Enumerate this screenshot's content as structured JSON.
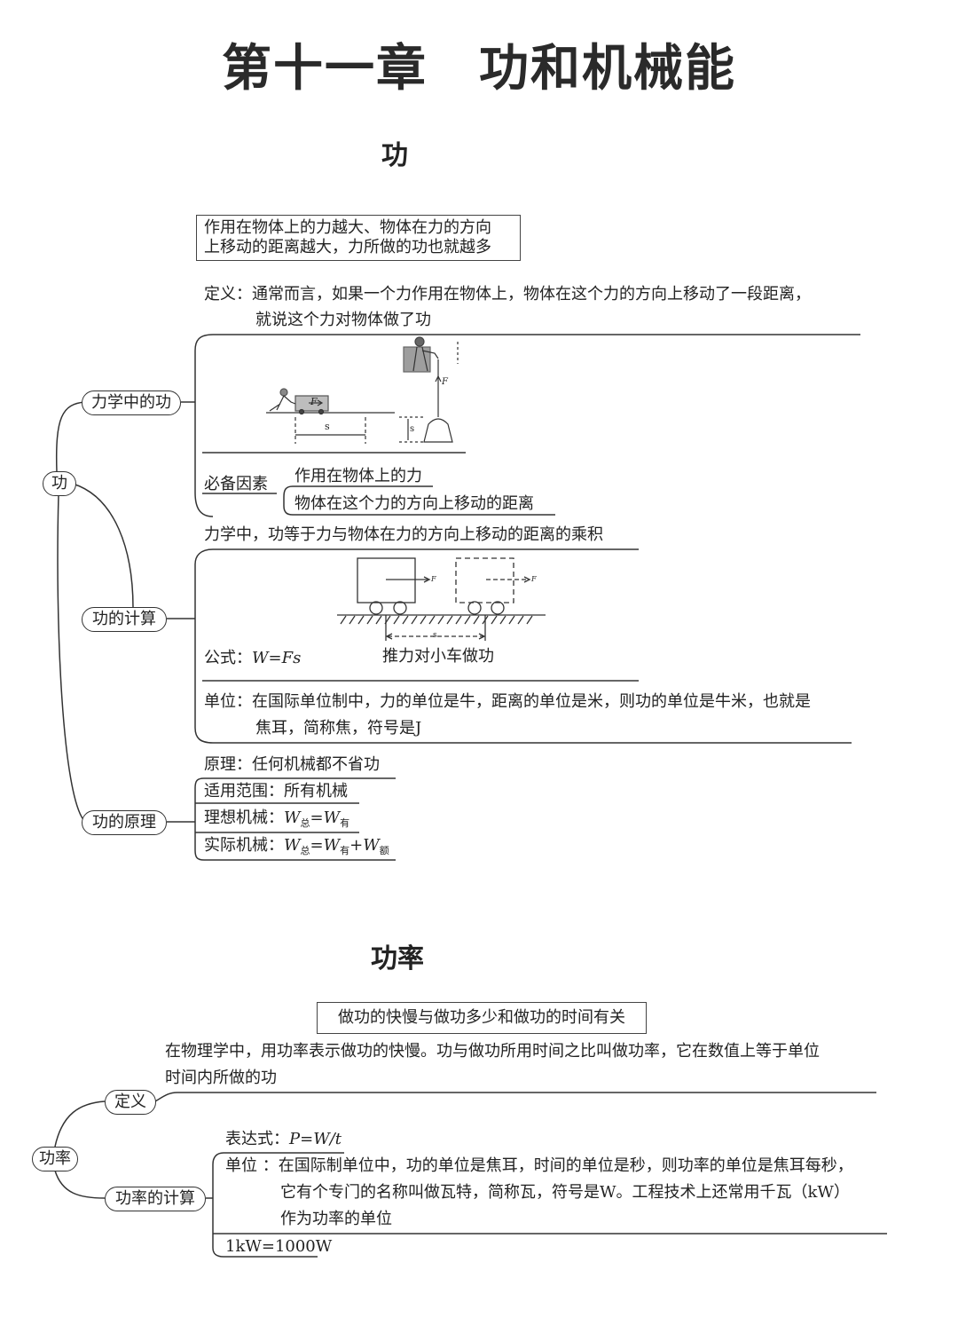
{
  "title": "第十一章　功和机械能",
  "section1": {
    "heading": "功",
    "summary_line1": "作用在物体上的力越大、物体在力的方向",
    "summary_line2": "上移动的距离越大，力所做的功也就越多",
    "root": "功",
    "branch_mechanics": {
      "label": "力学中的功",
      "definition_line1": "定义：通常而言，如果一个力作用在物体上，物体在这个力的方向上移动了一段距离，",
      "definition_line2": "就说这个力对物体做了功",
      "figure_F": "F",
      "figure_s": "s",
      "factors_label": "必备因素",
      "factor1": "作用在物体上的力",
      "factor2": "物体在这个力的方向上移动的距离"
    },
    "branch_calc": {
      "label": "功的计算",
      "statement": "力学中，功等于力与物体在力的方向上移动的距离的乘积",
      "formula_label": "公式：",
      "formula": "W=Fs",
      "figure_caption": "推力对小车做功",
      "figure_F": "F",
      "figure_s": "s",
      "unit_line1": "单位：在国际单位制中，力的单位是牛，距离的单位是米，则功的单位是牛米，也就是",
      "unit_line2": "焦耳，简称焦，符号是J"
    },
    "branch_principle": {
      "label": "功的原理",
      "principle": "原理：任何机械都不省功",
      "scope": "适用范围：所有机械",
      "ideal_label": "理想机械：",
      "actual_label": "实际机械：",
      "W": "W",
      "sub_total": "总",
      "sub_useful": "有",
      "sub_extra": "额"
    }
  },
  "section2": {
    "heading": "功率",
    "summary": "做功的快慢与做功多少和做功的时间有关",
    "root": "功率",
    "branch_def": {
      "label": "定义",
      "line1": "在物理学中，用功率表示做功的快慢。功与做功所用时间之比叫做功率，它在数值上等于单位",
      "line2": "时间内所做的功"
    },
    "branch_calc": {
      "label": "功率的计算",
      "expr_label": "表达式：",
      "expr": "P=W/t",
      "unit_line1": "单位 ：在国际制单位中，功的单位是焦耳，时间的单位是秒，则功率的单位是焦耳每秒，",
      "unit_line2": "它有个专门的名称叫做瓦特，简称瓦，符号是W。工程技术上还常用千瓦（kW）",
      "unit_line3": "作为功率的单位",
      "conversion": "1kW=1000W"
    }
  }
}
